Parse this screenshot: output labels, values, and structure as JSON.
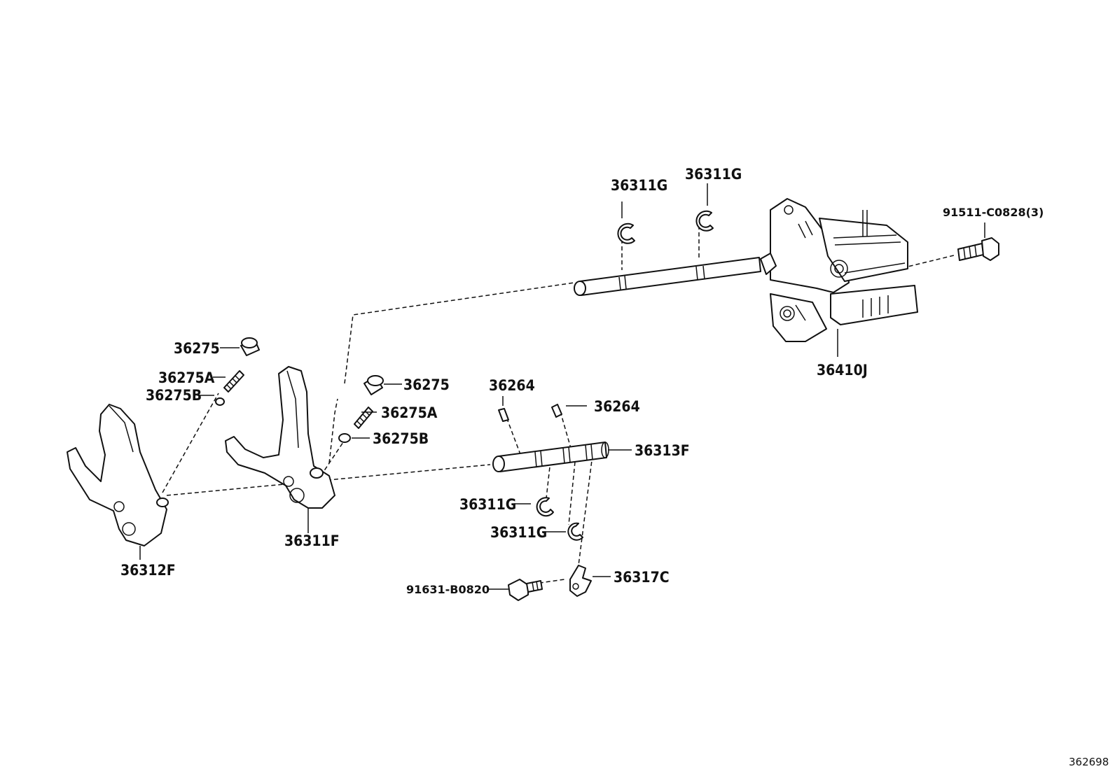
{
  "labels": {
    "clip_shaft_left": "36311G",
    "clip_shaft_right": "36311G",
    "bolt_housing": "91511-C0828(3)",
    "housing": "36410J",
    "plug_left": "36275",
    "spring_left": "36275A",
    "ball_left": "36275B",
    "plug_mid": "36275",
    "spring_mid": "36275A",
    "ball_mid": "36275B",
    "pin_left": "36264",
    "pin_right": "36264",
    "shift_shaft": "36313F",
    "clip_small_1": "36311G",
    "clip_small_2": "36311G",
    "fork_left": "36312F",
    "fork_mid": "36311F",
    "bolt_small": "91631-B0820",
    "lever_plate": "36317C"
  },
  "figure_id": "362698"
}
